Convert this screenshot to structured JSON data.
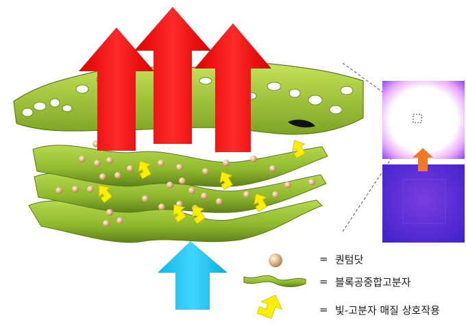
{
  "legend": {
    "items": [
      {
        "symbol": "=",
        "label": "퀀텀닷",
        "icon": "quantum-dot-sphere"
      },
      {
        "symbol": "=",
        "label": "블록공중합고분자",
        "icon": "polymer-sheet"
      },
      {
        "symbol": "=",
        "label": "빛-고분자 매질 상호작용",
        "icon": "yellow-bent-arrow"
      }
    ]
  },
  "colors": {
    "emission_arrow": "#ff1a1a",
    "input_light_arrow": "#19c4f0",
    "polymer": "#8fb82e",
    "polymer_dark": "#6c8e1f",
    "quantum_dot": "#e0b98a",
    "interaction_arrow": "#ffee00",
    "inset_bg": "#5b2bd6",
    "inset_transition_arrow": "#f07a1f"
  }
}
